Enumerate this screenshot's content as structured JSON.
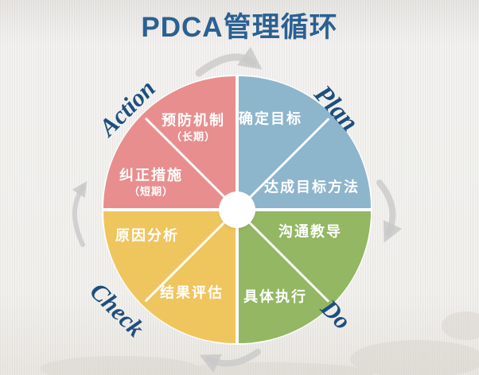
{
  "title": "PDCA管理循环",
  "colors": {
    "action": "#e88e8e",
    "plan": "#8db5cc",
    "check": "#efc55e",
    "do": "#93b762",
    "title_text": "#2b6092",
    "corner_labels": "#1d4e7e",
    "arrows": "#c9c9c9",
    "background": "#f1f0ee",
    "hub": "#ffffff"
  },
  "wheel": {
    "direction": "clockwise",
    "action": {
      "label": "Action",
      "item1": "预防机制",
      "item1_note": "（长期）",
      "item2": "纠正措施",
      "item2_note": "（短期）"
    },
    "plan": {
      "label": "Plan",
      "item1": "确定目标",
      "item2": "达成目标方法"
    },
    "check": {
      "label": "Check",
      "item1": "原因分析",
      "item2": "结果评估"
    },
    "do": {
      "label": "Do",
      "item1": "沟通教导",
      "item2": "具体执行"
    }
  }
}
